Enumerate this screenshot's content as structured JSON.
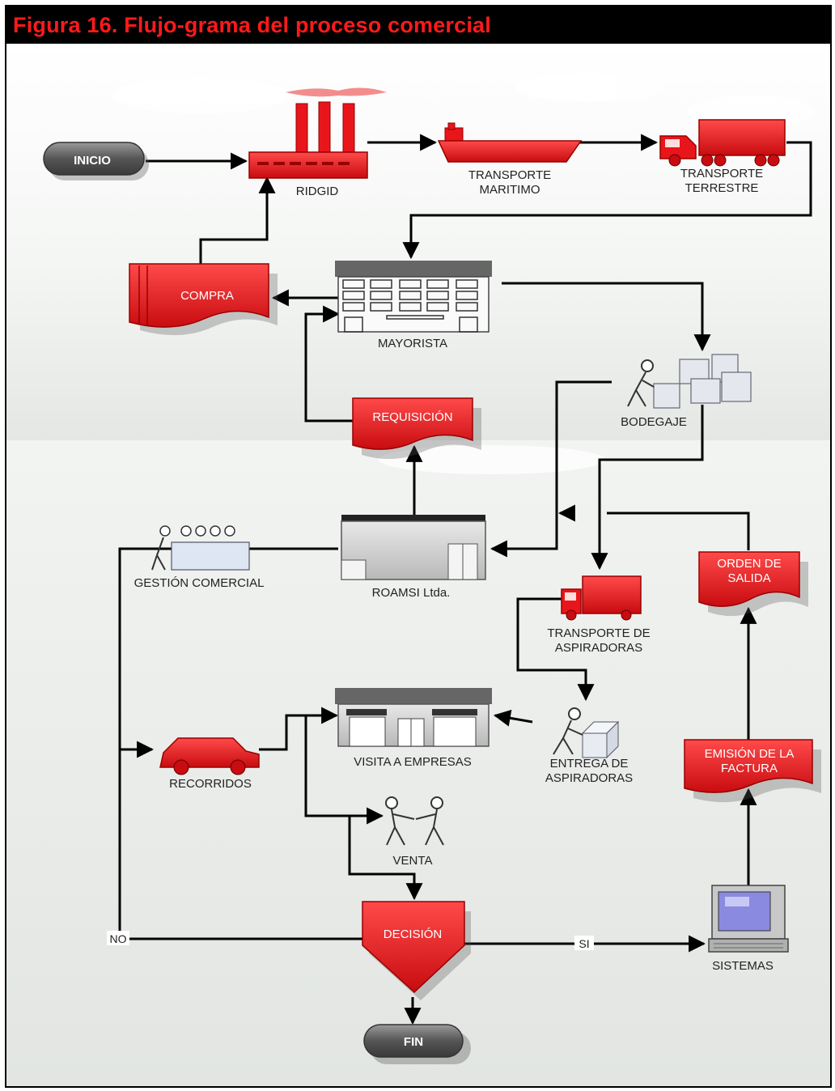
{
  "figure": {
    "title": "Figura 16. Flujo-grama del proceso comercial"
  },
  "nodes": {
    "inicio": "INICIO",
    "ridgid": "RIDGID",
    "maritimo_1": "TRANSPORTE",
    "maritimo_2": "MARITIMO",
    "terrestre_1": "TRANSPORTE",
    "terrestre_2": "TERRESTRE",
    "compra": "COMPRA",
    "mayorista": "MAYORISTA",
    "bodegaje": "BODEGAJE",
    "requisicion": "REQUISICIÓN",
    "gestion": "GESTIÓN COMERCIAL",
    "roamsi": "ROAMSI Ltda.",
    "orden_1": "ORDEN DE",
    "orden_2": "SALIDA",
    "transp_asp_1": "TRANSPORTE DE",
    "transp_asp_2": "ASPIRADORAS",
    "visita": "VISITA A EMPRESAS",
    "entrega_1": "ENTREGA DE",
    "entrega_2": "ASPIRADORAS",
    "recorridos": "RECORRIDOS",
    "emision_1": "EMISIÓN DE LA",
    "emision_2": "FACTURA",
    "venta": "VENTA",
    "decision": "DECISIÓN",
    "no": "NO",
    "si": "SI",
    "sistemas": "SISTEMAS",
    "fin": "FIN"
  },
  "colors": {
    "accent": "#e8161b",
    "title_text": "#ff1a1a",
    "pill": "#5a5a5a",
    "line": "#000000"
  }
}
